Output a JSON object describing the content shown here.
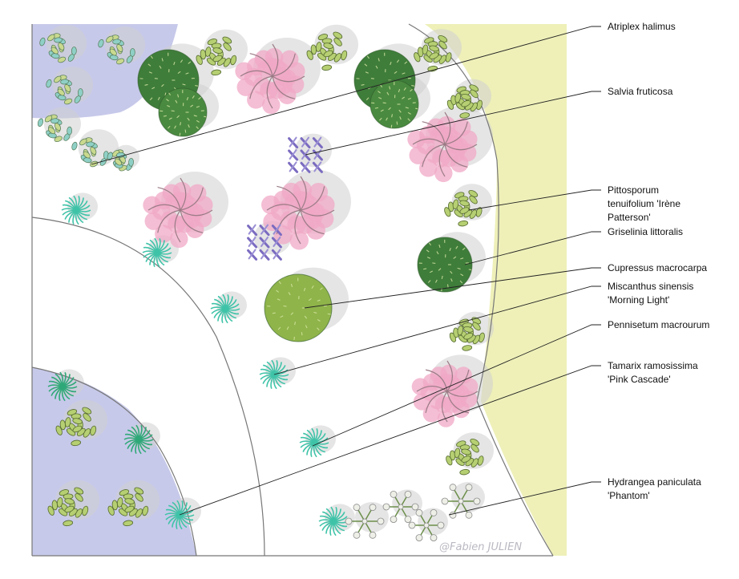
{
  "plan": {
    "credit": "@Fabien JULIEN",
    "colors": {
      "lavender_bed": "#c7c9ea",
      "yellow_bed": "#eef0b8",
      "path_line": "#777777",
      "shadow": "#cfcfcf",
      "pink": "#f0a8c6",
      "dark_green": "#4f8a44",
      "olive_green": "#8fb44a",
      "teal_grass": "#3fc3a8",
      "purple": "#7b6bc0"
    }
  },
  "legend": [
    {
      "id": "atriplex",
      "lines": [
        "Atriplex halimus"
      ]
    },
    {
      "id": "salvia",
      "lines": [
        "Salvia fruticosa"
      ]
    },
    {
      "id": "pittosporum",
      "lines": [
        "Pittosporum",
        "tenuifolium 'Irène",
        "Patterson'"
      ]
    },
    {
      "id": "griselinia",
      "lines": [
        "Griselinia littoralis"
      ]
    },
    {
      "id": "cupressus",
      "lines": [
        "Cupressus macrocarpa"
      ]
    },
    {
      "id": "miscanthus",
      "lines": [
        "Miscanthus sinensis",
        "'Morning Light'"
      ]
    },
    {
      "id": "pennisetum",
      "lines": [
        "Pennisetum macrourum"
      ]
    },
    {
      "id": "tamarix",
      "lines": [
        "Tamarix ramosissima",
        "'Pink Cascade'"
      ]
    },
    {
      "id": "hydrangea",
      "lines": [
        "Hydrangea paniculata",
        "'Phantom'"
      ]
    }
  ]
}
